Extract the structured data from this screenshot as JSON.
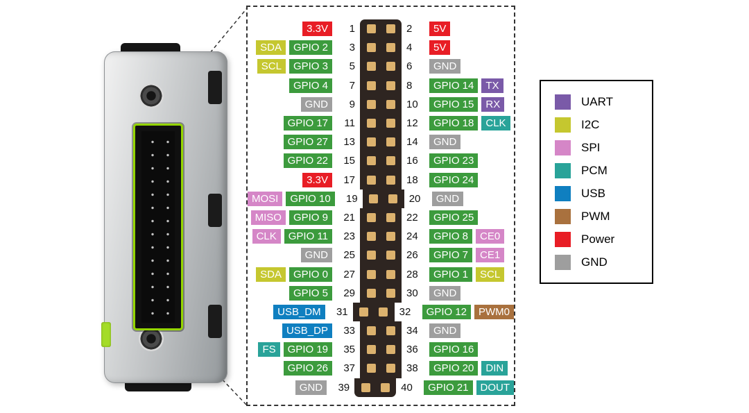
{
  "colors": {
    "gpio": "#3c9b3d",
    "power": "#e81d25",
    "gnd": "#9e9e9e",
    "i2c": "#c5c72f",
    "spi": "#d586c7",
    "uart": "#7a5aa8",
    "pcm": "#29a399",
    "usb": "#0f7fc0",
    "pwm": "#a9713e"
  },
  "legend": {
    "items": [
      {
        "label": "UART",
        "type": "uart"
      },
      {
        "label": "I2C",
        "type": "i2c"
      },
      {
        "label": "SPI",
        "type": "spi"
      },
      {
        "label": "PCM",
        "type": "pcm"
      },
      {
        "label": "USB",
        "type": "usb"
      },
      {
        "label": "PWM",
        "type": "pwm"
      },
      {
        "label": "Power",
        "type": "power"
      },
      {
        "label": "GND",
        "type": "gnd"
      }
    ]
  },
  "pinout": {
    "rows": [
      {
        "leftPin": "1",
        "rightPin": "2",
        "left": [
          {
            "text": "3.3V",
            "type": "power"
          }
        ],
        "right": [
          {
            "text": "5V",
            "type": "power"
          }
        ]
      },
      {
        "leftPin": "3",
        "rightPin": "4",
        "left": [
          {
            "text": "SDA",
            "type": "i2c"
          },
          {
            "text": "GPIO 2",
            "type": "gpio"
          }
        ],
        "right": [
          {
            "text": "5V",
            "type": "power"
          }
        ]
      },
      {
        "leftPin": "5",
        "rightPin": "6",
        "left": [
          {
            "text": "SCL",
            "type": "i2c"
          },
          {
            "text": "GPIO 3",
            "type": "gpio"
          }
        ],
        "right": [
          {
            "text": "GND",
            "type": "gnd"
          }
        ]
      },
      {
        "leftPin": "7",
        "rightPin": "8",
        "left": [
          {
            "text": "GPIO 4",
            "type": "gpio"
          }
        ],
        "right": [
          {
            "text": "GPIO 14",
            "type": "gpio"
          },
          {
            "text": "TX",
            "type": "uart"
          }
        ]
      },
      {
        "leftPin": "9",
        "rightPin": "10",
        "left": [
          {
            "text": "GND",
            "type": "gnd"
          }
        ],
        "right": [
          {
            "text": "GPIO 15",
            "type": "gpio"
          },
          {
            "text": "RX",
            "type": "uart"
          }
        ]
      },
      {
        "leftPin": "11",
        "rightPin": "12",
        "left": [
          {
            "text": "GPIO 17",
            "type": "gpio"
          }
        ],
        "right": [
          {
            "text": "GPIO 18",
            "type": "gpio"
          },
          {
            "text": "CLK",
            "type": "pcm"
          }
        ]
      },
      {
        "leftPin": "13",
        "rightPin": "14",
        "left": [
          {
            "text": "GPIO 27",
            "type": "gpio"
          }
        ],
        "right": [
          {
            "text": "GND",
            "type": "gnd"
          }
        ]
      },
      {
        "leftPin": "15",
        "rightPin": "16",
        "left": [
          {
            "text": "GPIO 22",
            "type": "gpio"
          }
        ],
        "right": [
          {
            "text": "GPIO 23",
            "type": "gpio"
          }
        ]
      },
      {
        "leftPin": "17",
        "rightPin": "18",
        "left": [
          {
            "text": "3.3V",
            "type": "power"
          }
        ],
        "right": [
          {
            "text": "GPIO 24",
            "type": "gpio"
          }
        ]
      },
      {
        "leftPin": "19",
        "rightPin": "20",
        "left": [
          {
            "text": "MOSI",
            "type": "spi"
          },
          {
            "text": "GPIO 10",
            "type": "gpio"
          }
        ],
        "right": [
          {
            "text": "GND",
            "type": "gnd"
          }
        ]
      },
      {
        "leftPin": "21",
        "rightPin": "22",
        "left": [
          {
            "text": "MISO",
            "type": "spi"
          },
          {
            "text": "GPIO 9",
            "type": "gpio"
          }
        ],
        "right": [
          {
            "text": "GPIO 25",
            "type": "gpio"
          }
        ]
      },
      {
        "leftPin": "23",
        "rightPin": "24",
        "left": [
          {
            "text": "CLK",
            "type": "spi"
          },
          {
            "text": "GPIO 11",
            "type": "gpio"
          }
        ],
        "right": [
          {
            "text": "GPIO 8",
            "type": "gpio"
          },
          {
            "text": "CE0",
            "type": "spi"
          }
        ]
      },
      {
        "leftPin": "25",
        "rightPin": "26",
        "left": [
          {
            "text": "GND",
            "type": "gnd"
          }
        ],
        "right": [
          {
            "text": "GPIO 7",
            "type": "gpio"
          },
          {
            "text": "CE1",
            "type": "spi"
          }
        ]
      },
      {
        "leftPin": "27",
        "rightPin": "28",
        "left": [
          {
            "text": "SDA",
            "type": "i2c"
          },
          {
            "text": "GPIO 0",
            "type": "gpio"
          }
        ],
        "right": [
          {
            "text": "GPIO 1",
            "type": "gpio"
          },
          {
            "text": "SCL",
            "type": "i2c"
          }
        ]
      },
      {
        "leftPin": "29",
        "rightPin": "30",
        "left": [
          {
            "text": "GPIO 5",
            "type": "gpio"
          }
        ],
        "right": [
          {
            "text": "GND",
            "type": "gnd"
          }
        ]
      },
      {
        "leftPin": "31",
        "rightPin": "32",
        "left": [
          {
            "text": "USB_DM",
            "type": "usb"
          }
        ],
        "right": [
          {
            "text": "GPIO 12",
            "type": "gpio"
          },
          {
            "text": "PWM0",
            "type": "pwm"
          }
        ]
      },
      {
        "leftPin": "33",
        "rightPin": "34",
        "left": [
          {
            "text": "USB_DP",
            "type": "usb"
          }
        ],
        "right": [
          {
            "text": "GND",
            "type": "gnd"
          }
        ]
      },
      {
        "leftPin": "35",
        "rightPin": "36",
        "left": [
          {
            "text": "FS",
            "type": "pcm"
          },
          {
            "text": "GPIO 19",
            "type": "gpio"
          }
        ],
        "right": [
          {
            "text": "GPIO 16",
            "type": "gpio"
          }
        ]
      },
      {
        "leftPin": "37",
        "rightPin": "38",
        "left": [
          {
            "text": "GPIO 26",
            "type": "gpio"
          }
        ],
        "right": [
          {
            "text": "GPIO 20",
            "type": "gpio"
          },
          {
            "text": "DIN",
            "type": "pcm"
          }
        ]
      },
      {
        "leftPin": "39",
        "rightPin": "40",
        "left": [
          {
            "text": "GND",
            "type": "gnd"
          }
        ],
        "right": [
          {
            "text": "GPIO 21",
            "type": "gpio"
          },
          {
            "text": "DOUT",
            "type": "pcm"
          }
        ]
      }
    ]
  }
}
